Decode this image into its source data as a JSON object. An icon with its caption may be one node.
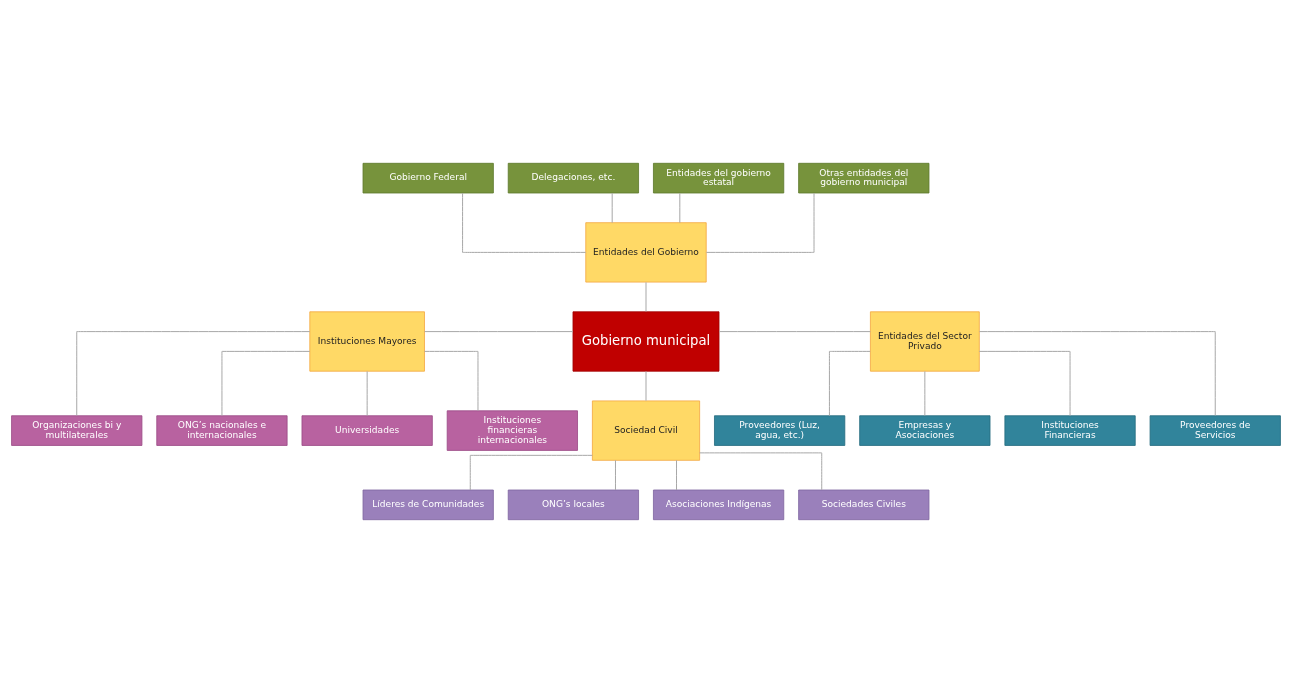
{
  "diagram": {
    "nodes": [
      {
        "text": [
          "Gobierno Federal"
        ]
      },
      {
        "text": [
          "Delegaciones, etc."
        ]
      },
      {
        "text": [
          "Entidades del gobierno estatal"
        ]
      },
      {
        "text": [
          "Otras entidades del gobierno municipal"
        ]
      },
      {
        "text": [
          "Entidades del Gobierno"
        ]
      },
      {
        "text": [
          "Organizaciones bi y multilaterales"
        ]
      },
      {
        "text": [
          "ONG’s nacionales e internacionales"
        ]
      },
      {
        "text": [
          "Universidades"
        ]
      },
      {
        "text": [
          "Instituciones financieras internacionales"
        ]
      },
      {
        "text": [
          "Instituciones Mayores"
        ]
      },
      {
        "text": [
          "Gobierno municipal"
        ]
      },
      {
        "text": [
          "Entidades del Sector Privado"
        ]
      },
      {
        "text": [
          "Proveedores de Servicios"
        ]
      },
      {
        "text": [
          "Proveedores (Luz, agua, etc.)"
        ]
      },
      {
        "text": [
          "Empresas y Asociaciones"
        ]
      },
      {
        "text": [
          "Instituciones Financieras"
        ]
      },
      {
        "text": [
          "Sociedad Civil"
        ]
      },
      {
        "text": [
          "Líderes de Comunidades"
        ]
      },
      {
        "text": [
          "ONG’s locales"
        ]
      },
      {
        "text": [
          "Asociaciones Indígenas"
        ]
      },
      {
        "text": [
          "Sociedades Civiles"
        ]
      }
    ],
    "edges": [
      {
        "from": 0,
        "to": 4,
        "arrow": "none"
      },
      {
        "from": 1,
        "to": 4,
        "arrow": "none"
      },
      {
        "from": 2,
        "to": 4,
        "arrow": "none"
      },
      {
        "from": 3,
        "to": 4,
        "arrow": "none"
      },
      {
        "from": 4,
        "to": 10,
        "arrow": "none"
      },
      {
        "from": 9,
        "to": 10,
        "arrow": "none"
      },
      {
        "from": 10,
        "to": 11,
        "arrow": "none"
      },
      {
        "from": 10,
        "to": 16,
        "arrow": "none"
      },
      {
        "from": 9,
        "to": 5,
        "arrow": "none"
      },
      {
        "from": 9,
        "to": 6,
        "arrow": "none"
      },
      {
        "from": 9,
        "to": 7,
        "arrow": "none"
      },
      {
        "from": 9,
        "to": 8,
        "arrow": "none"
      },
      {
        "from": 11,
        "to": 12,
        "arrow": "none"
      },
      {
        "from": 11,
        "to": 13,
        "arrow": "none"
      },
      {
        "from": 11,
        "to": 14,
        "arrow": "none"
      },
      {
        "from": 11,
        "to": 15,
        "arrow": "none"
      },
      {
        "from": 16,
        "to": 17,
        "arrow": "none"
      },
      {
        "from": 16,
        "to": 18,
        "arrow": "none"
      },
      {
        "from": 16,
        "to": 19,
        "arrow": "none"
      },
      {
        "from": 16,
        "to": 20,
        "arrow": "none"
      }
    ]
  }
}
